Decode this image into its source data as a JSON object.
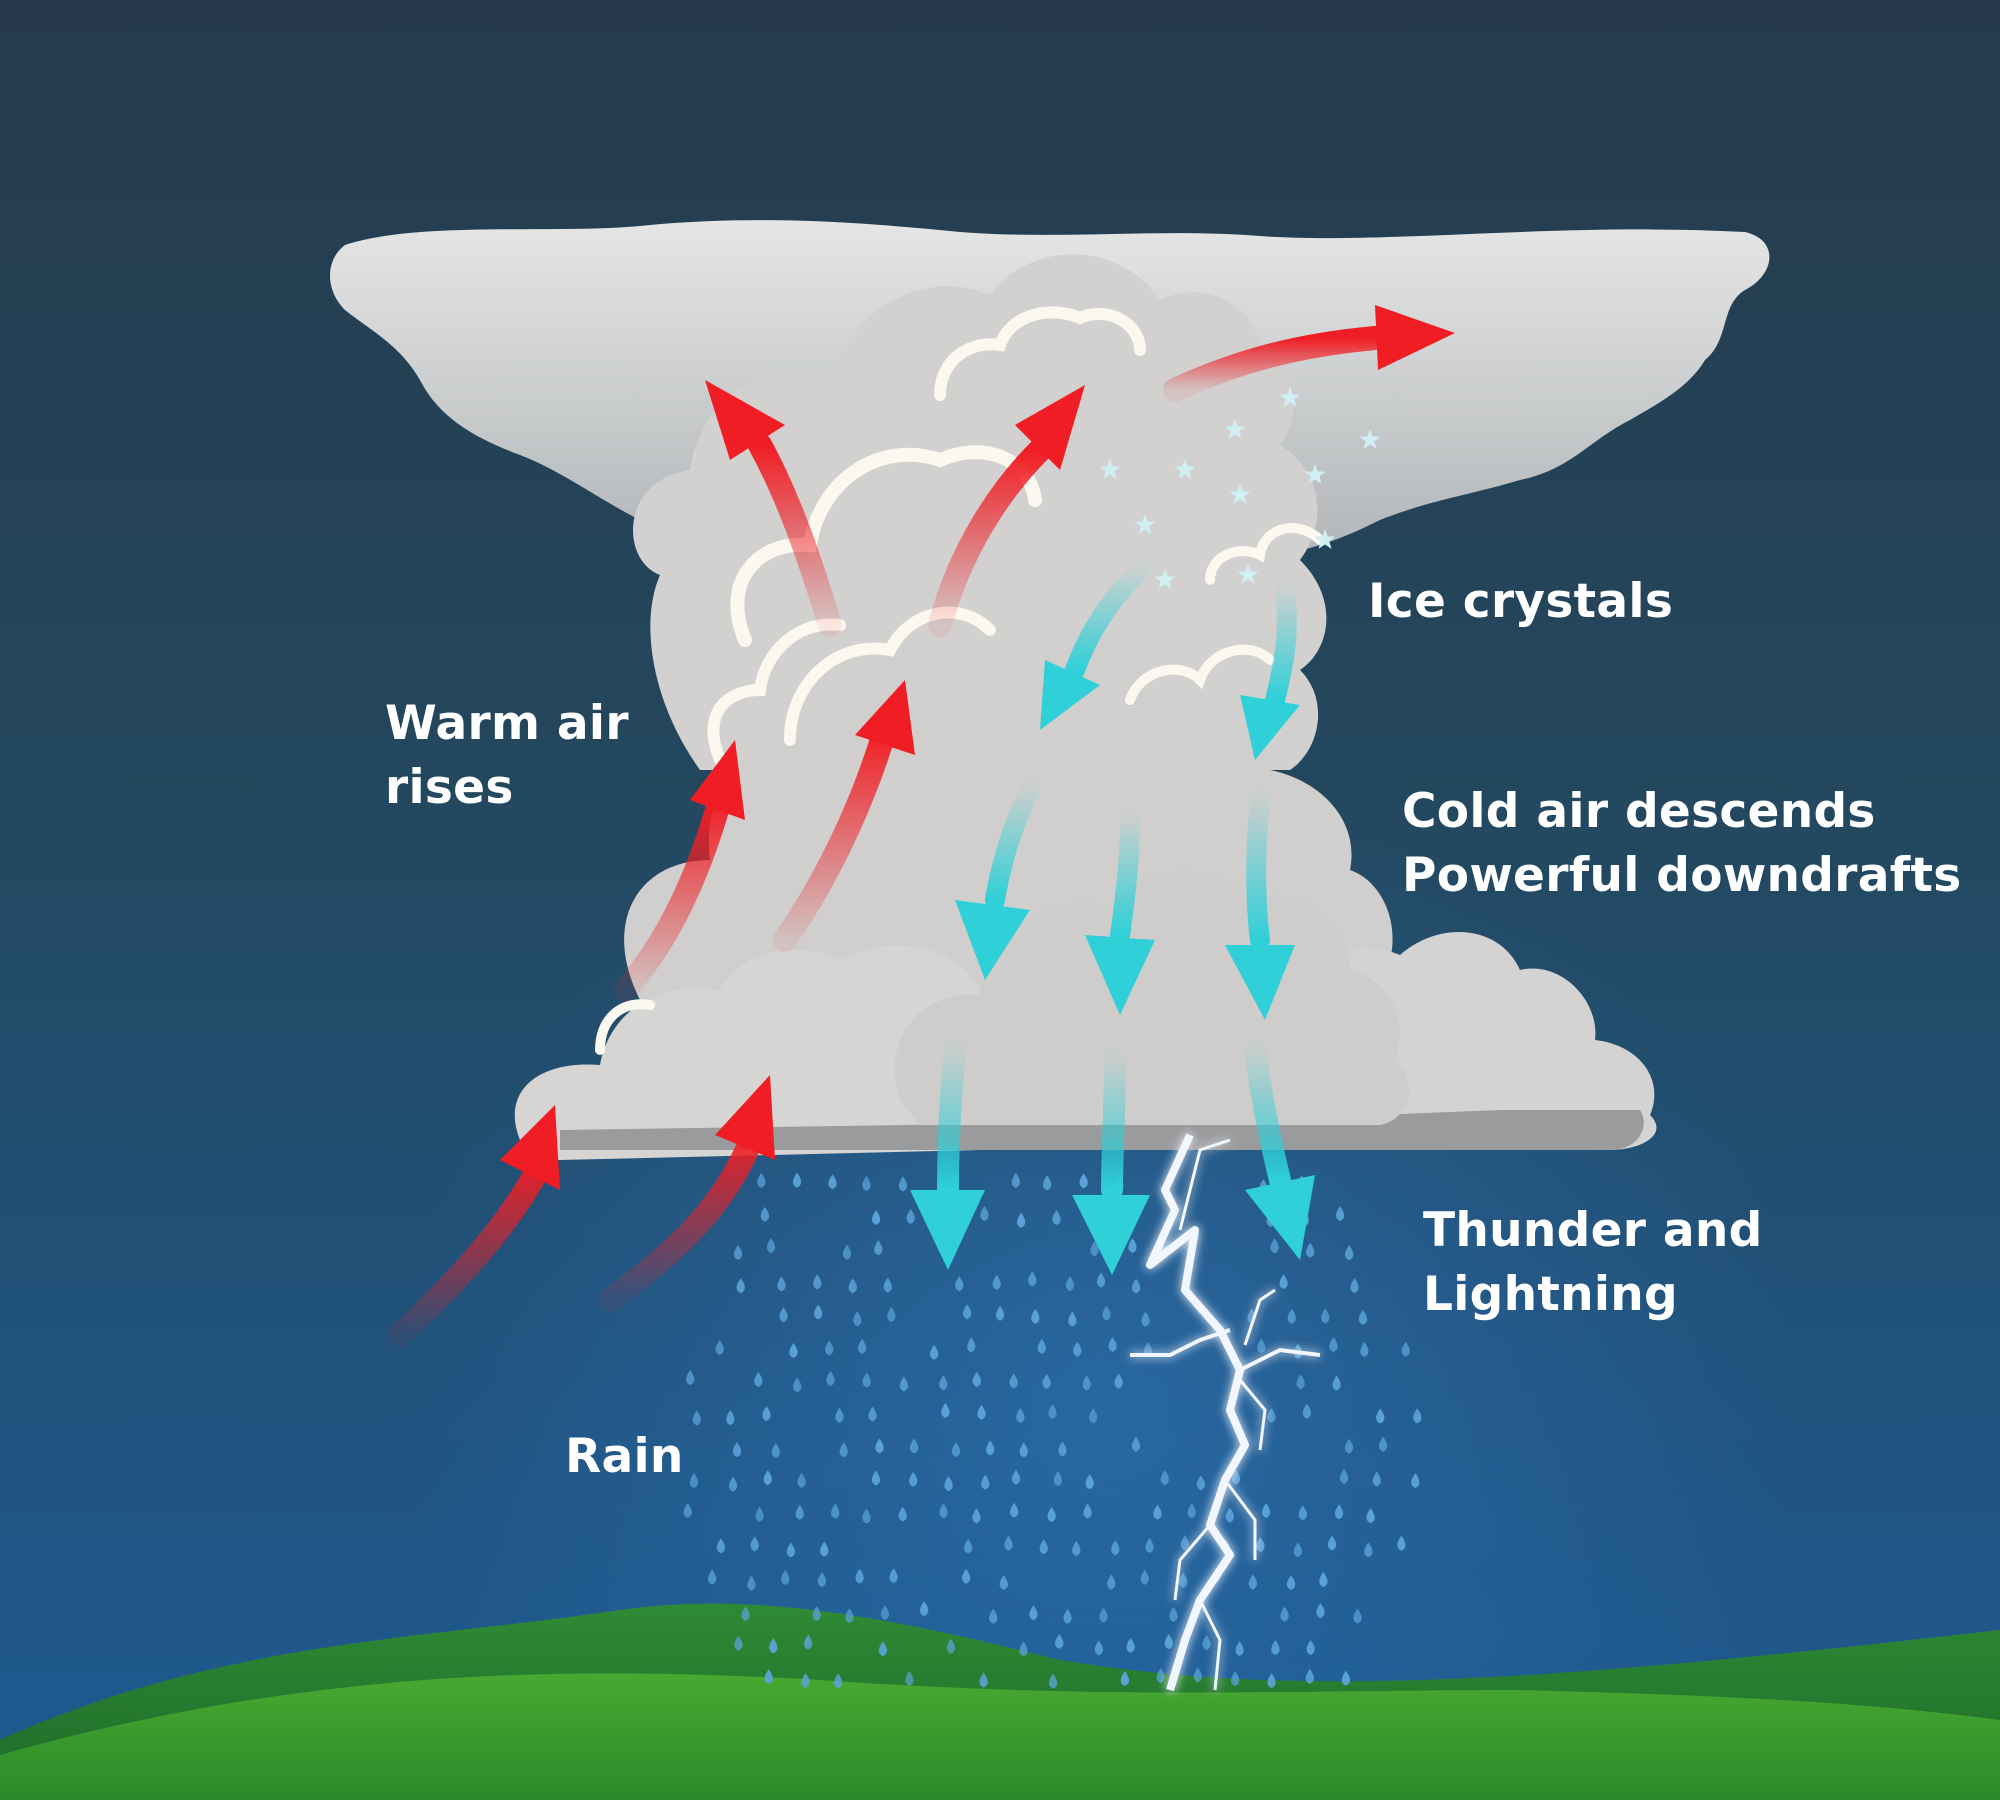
{
  "labels": {
    "warm_air": [
      "Warm air",
      "rises"
    ],
    "ice_crystals": "Ice crystals",
    "cold_air": [
      "Cold air descends",
      "Powerful downdrafts"
    ],
    "thunder": [
      "Thunder and",
      "Lightning"
    ],
    "rain": "Rain"
  },
  "colors": {
    "sky_top": "#253a4d",
    "sky_bottom": "#1f5f99",
    "cloud": "#d9d8d6",
    "cloud_highlight": "#fbf8ef",
    "warm_arrow": "#f01e24",
    "cold_arrow": "#2fd0d8",
    "ice_crystal": "#cfeff3",
    "rain_drop": "#5aa3d8",
    "lightning": "#f2f6ff",
    "grass_light": "#3a9a2c",
    "grass_dark": "#1f6f2a"
  },
  "icons": {
    "warm_arrow": "arrow-up-icon",
    "cold_arrow": "arrow-down-icon",
    "ice_crystal": "star-icon",
    "rain_drop": "raindrop-icon",
    "lightning": "lightning-bolt-icon"
  }
}
